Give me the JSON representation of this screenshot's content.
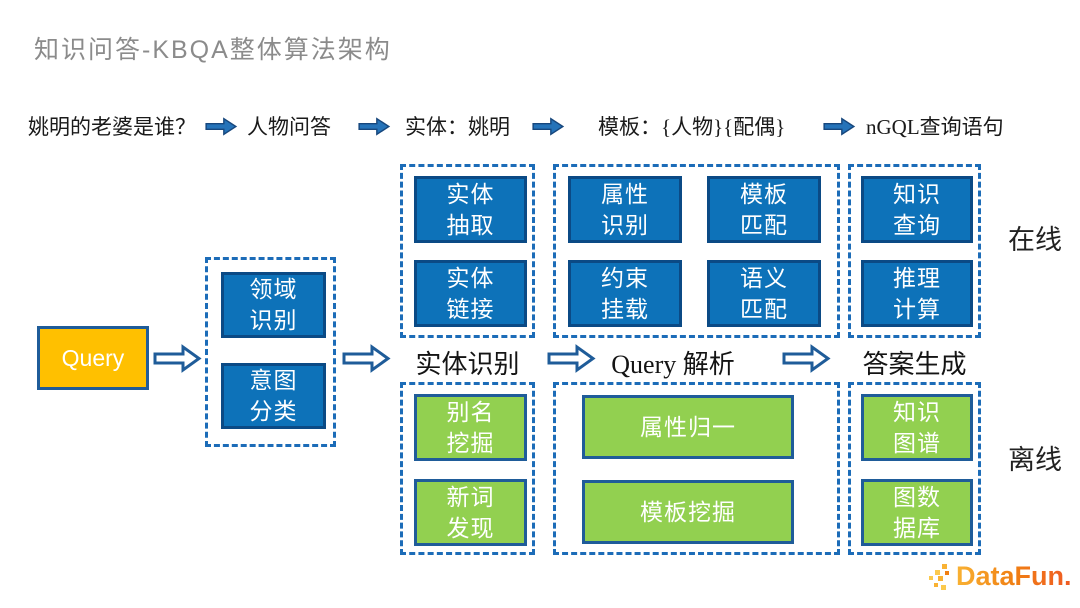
{
  "title": "知识问答-KBQA整体算法架构",
  "top_flow": {
    "step1": "姚明的老婆是谁？",
    "step2": "人物问答",
    "step3": "实体：姚明",
    "step4": "模板：{人物}{配偶}",
    "step5": "nGQL查询语句"
  },
  "pipeline": {
    "query": "Query",
    "intent": {
      "box1": "领域\n识别",
      "box2": "意图\n分类"
    },
    "entity": {
      "label": "实体识别",
      "online": {
        "box1": "实体\n抽取",
        "box2": "实体\n链接"
      },
      "offline": {
        "box1": "别名\n挖掘",
        "box2": "新词\n发现"
      }
    },
    "parse": {
      "label": "Query 解析",
      "online": {
        "box1": "属性\n识别",
        "box2": "模板\n匹配",
        "box3": "约束\n挂载",
        "box4": "语义\n匹配"
      },
      "offline": {
        "box1": "属性归一",
        "box2": "模板挖掘"
      }
    },
    "answer": {
      "label": "答案生成",
      "online": {
        "box1": "知识\n查询",
        "box2": "推理\n计算"
      },
      "offline": {
        "box1": "知识\n图谱",
        "box2": "图数\n据库"
      }
    }
  },
  "side_labels": {
    "online": "在线",
    "offline": "离线"
  },
  "logo": {
    "text": "DataFun."
  },
  "colors": {
    "blue_node": "#0d72b9",
    "green_node": "#92d050",
    "query_orange": "#ffc000",
    "dash_border": "#1c6cb8",
    "arrow_blue": "#2573b9",
    "logo_orange": "#f07f13"
  }
}
